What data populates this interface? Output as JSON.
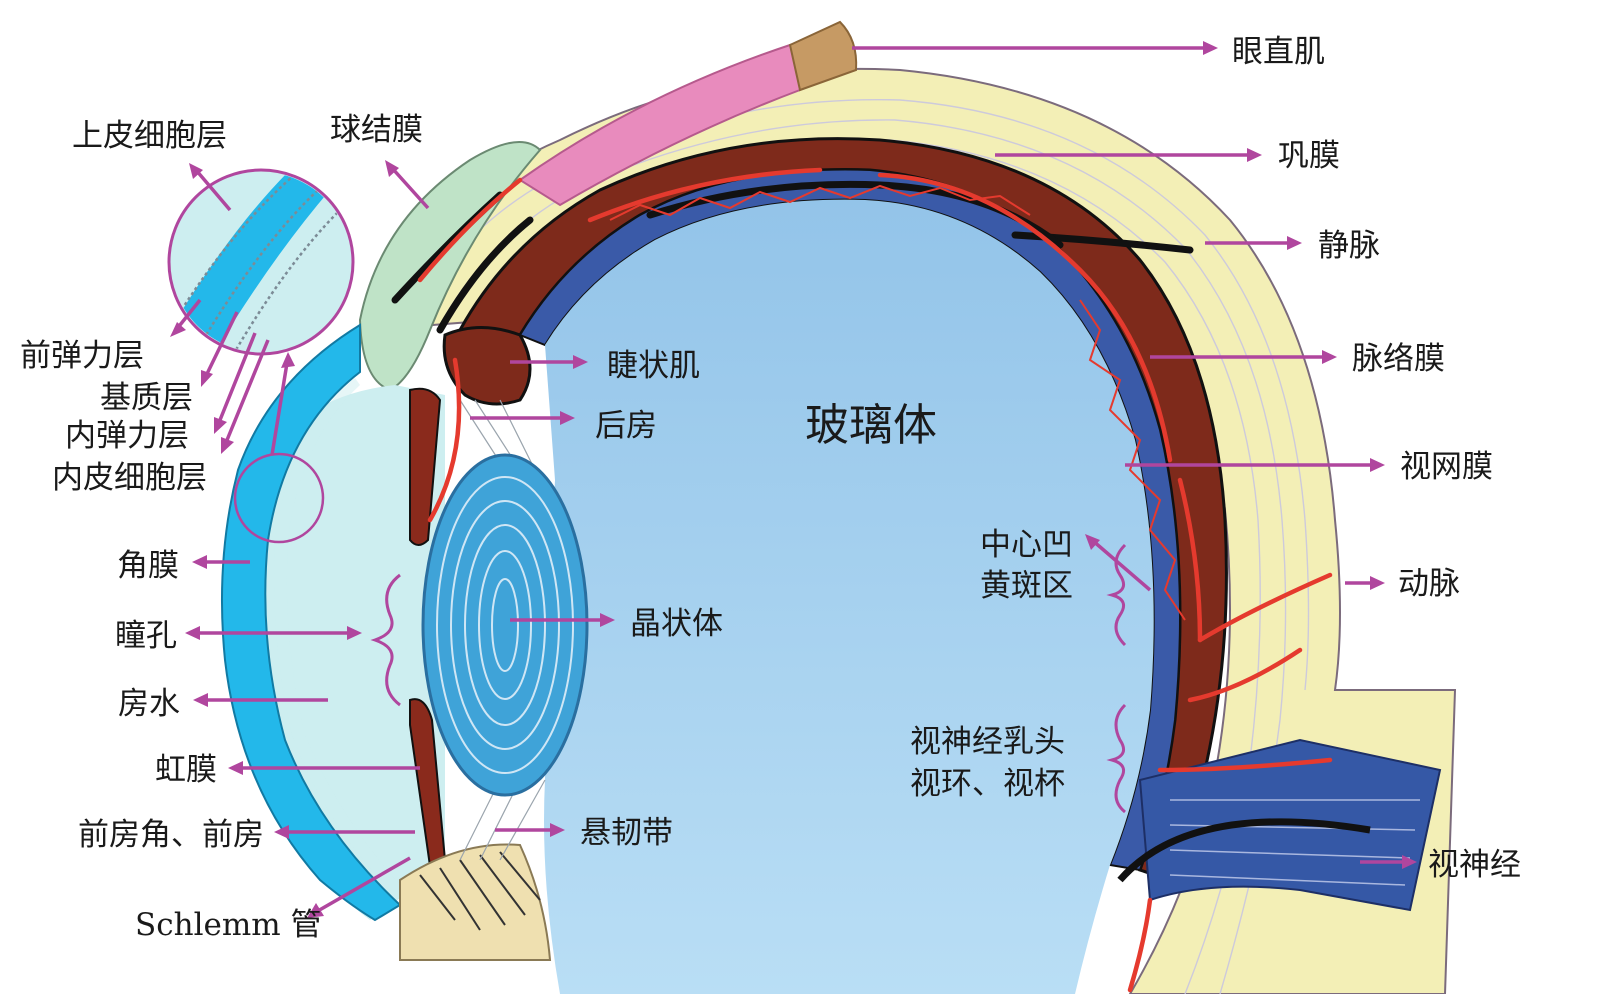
{
  "colors": {
    "annotation": "#b0469e",
    "vitreous": "#a9d2ef",
    "cornea": "#23b8ea",
    "aqueous": "#cdeef0",
    "sclera": "#f3efb6",
    "choroid": "#7e2a1b",
    "retina": "#3a5aa8",
    "vessel_artery": "#e53a2e",
    "vessel_vein": "#111111",
    "lens": "#3fa3d8",
    "rectus_muscle": "#e88bbd",
    "conjunctiva": "#bfe3c7"
  },
  "title": "玻璃体",
  "labels": {
    "epithelium": "上皮细胞层",
    "bulbar_conjunctiva": "球结膜",
    "bowman_layer": "前弹力层",
    "stroma": "基质层",
    "descemet_membrane": "内弹力层",
    "endothelium": "内皮细胞层",
    "cornea": "角膜",
    "pupil": "瞳孔",
    "aqueous_humor": "房水",
    "iris": "虹膜",
    "angle_anterior_chamber": "前房角、前房",
    "schlemm_canal": "Schlemm 管",
    "ciliary_muscle": "睫状肌",
    "posterior_chamber": "后房",
    "lens": "晶状体",
    "zonule": "悬韧带",
    "rectus_muscle": "眼直肌",
    "sclera": "巩膜",
    "vein": "静脉",
    "choroid": "脉络膜",
    "retina": "视网膜",
    "fovea": "中心凹",
    "macula": "黄斑区",
    "artery": "动脉",
    "optic_disc": "视神经乳头",
    "optic_ring_cup": "视环、视杯",
    "optic_nerve": "视神经"
  }
}
